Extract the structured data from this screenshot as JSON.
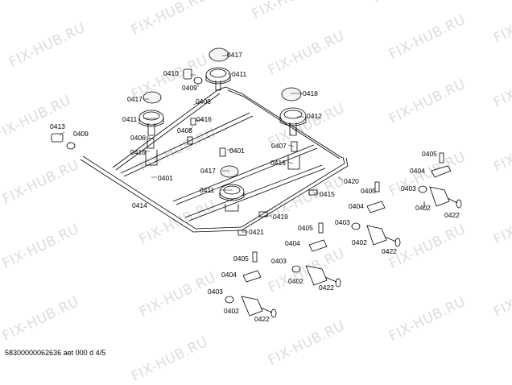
{
  "watermark": "FIX-HUB.RU",
  "footer": "58300000062636 aet 000 d 4/5",
  "parts": {
    "p0401": "0401",
    "p0402": "0402",
    "p0403": "0403",
    "p0404": "0404",
    "p0405": "0405",
    "p0406": "0406",
    "p0407": "0407",
    "p0408": "0408",
    "p0409": "0409",
    "p0410": "0410",
    "p0411": "0411",
    "p0412": "0412",
    "p0413": "0413",
    "p0414": "0414",
    "p0415": "0415",
    "p0416": "0416",
    "p0417": "0417",
    "p0418": "0418",
    "p0419": "0419",
    "p0420": "0420",
    "p0421": "0421",
    "p0422": "0422"
  }
}
